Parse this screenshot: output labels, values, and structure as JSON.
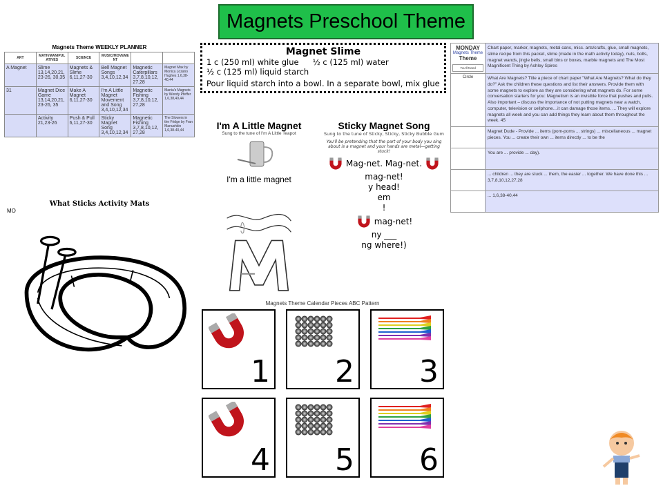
{
  "title": "Magnets Preschool Theme",
  "planner": {
    "title": "Magnets Theme WEEKLY PLANNER",
    "headers": [
      "ART",
      "MATH/MANIPULATIVES",
      "SCIENCE",
      "MUSIC/MOVEMENT",
      ""
    ],
    "rows": [
      [
        "A Magnet",
        "Slime 13,14,20,21,23-26, 30,35",
        "Magnets & Slime 6,11,27-30",
        "Bell Magnet Songs 3,4,10,12,34",
        "Magnetic Caterpillars 3,7,8,10,12,27,28"
      ],
      [
        "31",
        "Magnet Dice Game 13,14,20,21,23-26, 35",
        "Make A Magnet 6,11,27-30",
        "I'm A Little Magnet Movement and Song 3,4,10,12,34",
        "Magnetic Fishing 3,7,8,10,12,27,28"
      ],
      [
        "",
        "Activity 21,23-26",
        "Push & Pull 6,11,27-30",
        "Sticky Magnet Song 3,4,10,12,34",
        "Magnetic Fishing 3,7,8,10,12,27,28"
      ]
    ],
    "books": [
      "Magnet Max by Monica Lozano Hughes 1,6,38-40,44",
      "Mania's Magnets by Wendy Pfeffer 1,6,38,40,44",
      "The Slowers in the Fridge by Fran Manushkin 1,6,38-40,44"
    ]
  },
  "mat": {
    "title": "What Sticks Activity Mats",
    "corner_label": "MO"
  },
  "monday": {
    "day": "MONDAY",
    "theme_label": "Magnets Theme",
    "theme": "Theme",
    "need_label": "You'll Need",
    "need_text": "Chart paper, marker, magnets, metal cans, misc. arts/crafts, glue, small magnets, slime recipe from this packet, slime (made in the math activity today), nuts, bolts, magnet wands, jingle bells, small bins or boxes, marble magnets and The Most Magnificent Thing by Ashley Spires",
    "circle_label": "Circle",
    "circle_text": "What Are Magnets? Title a piece of chart paper \"What Are Magnets? What do they do?\" Ask the children these questions and list their answers. Provide them with some magnets to explore as they are considering what magnets do. For some conversation starters for you: Magnetism is an invisible force that pushes and pulls. Also important – discuss the importance of not putting magnets near a watch, computer, television or cellphone…it can damage those items. ... They will explore magnets all week and you can add things they learn about them throughout the week. 45",
    "row3": "Magnet Dude - Provide ... items (pom-poms ... strings) ... miscellaneous ... magnet pieces. You ... create their own ... items directly ... to be the",
    "row4": "You are ... provide ... day).",
    "row5": "... children ... they are stuck ... them, the easier ... together. We have done this ... 3,7,8,10,12,27,28",
    "row6": "... 1,6,38-40,44"
  },
  "slime": {
    "title": "Magnet Slime",
    "lines": [
      "1 c (250 ml) white glue",
      "½ c (125 ml) water",
      "½ c (125 ml) liquid starch",
      "Pour liquid starch into a bowl.  In a separate bowl, mix glue"
    ]
  },
  "little_magnet": {
    "title": "I'm A Little Magnet",
    "subtitle": "Sung to the tune of I'm A Little Teapot",
    "partial": "I'm a little magnet"
  },
  "sticky_song": {
    "title": "Sticky Magnet Song",
    "subtitle": "Sung to the tune of Sticky, Sticky, Sticky Bubble Gum",
    "intro": "You'll be pretending that the part of your body you sing about is a magnet and your hands are metal—getting stuck!",
    "lines": [
      "Mag-net. Mag-net.",
      "mag-net!",
      "y head!",
      "em",
      "!",
      "mag-net!",
      "ny ___",
      "ng where!)"
    ]
  },
  "calendar": {
    "title": "Magnets Theme Calendar Pieces ABC Pattern",
    "cards": [
      {
        "number": "1",
        "picture": "horseshoe-magnet"
      },
      {
        "number": "2",
        "picture": "magnetic-balls"
      },
      {
        "number": "3",
        "picture": "rainbow-bar-magnets"
      },
      {
        "number": "4",
        "picture": "horseshoe-magnet"
      },
      {
        "number": "5",
        "picture": "magnetic-balls"
      },
      {
        "number": "6",
        "picture": "rainbow-bar-magnets"
      }
    ]
  },
  "colors": {
    "title_bg": "#1fbf4a",
    "magnet_red": "#c0141c",
    "table_lavender": "#dde0fb"
  }
}
